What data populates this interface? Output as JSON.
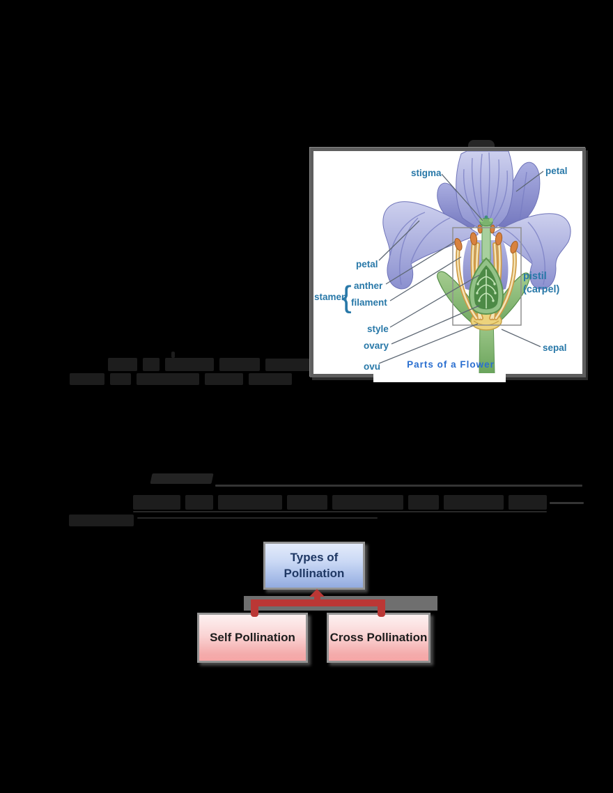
{
  "page": {
    "background": "#000000"
  },
  "figure": {
    "caption": "Parts of a Flower",
    "colors": {
      "label": "#2878a8",
      "caption": "#2a6fd0"
    },
    "labels": {
      "stigma": "stigma",
      "petal_top": "petal",
      "petal_left": "petal",
      "stamen": "stamen",
      "brace": "{",
      "anther": "anther",
      "filament": "filament",
      "style": "style",
      "ovary": "ovary",
      "ovule_partial": "ovu",
      "pistil": "pistil",
      "carpel": "(carpel)",
      "sepal": "sepal"
    }
  },
  "flowchart": {
    "root": {
      "line1": "Types of",
      "line2": "Pollination"
    },
    "children": [
      {
        "label": "Self Pollination"
      },
      {
        "label": "Cross Pollination"
      }
    ],
    "colors": {
      "root_text": "#1f3864",
      "child_text": "#1c1c1c",
      "connector": "#bb3735",
      "root_bg_top": "#e3ebfa",
      "root_bg_bottom": "#93abdf",
      "child_bg_top": "#fdf1f1",
      "child_bg_bottom": "#f6a6a6"
    }
  }
}
